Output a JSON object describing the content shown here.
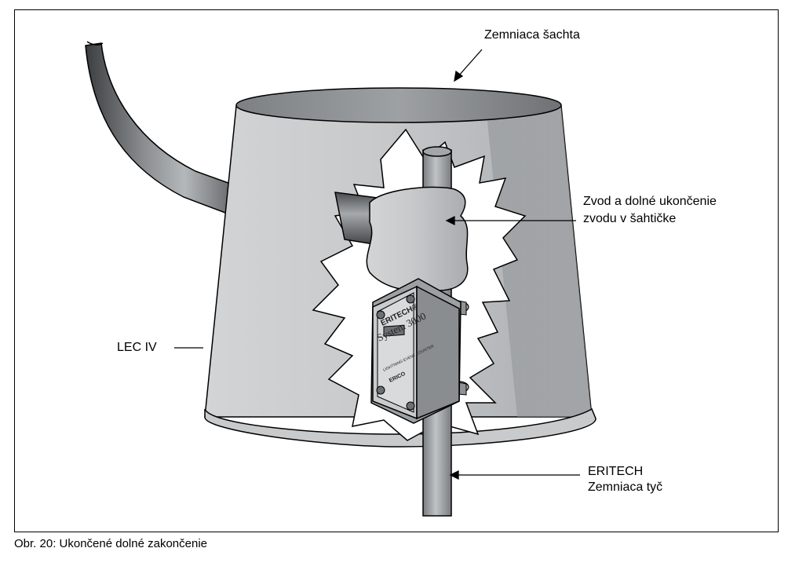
{
  "labels": {
    "shaft": "Zemniaca šachta",
    "conductor_line1": "Zvod a dolné ukončenie",
    "conductor_line2": "zvodu v šahtičke",
    "lec": "LEC IV",
    "rod_line1": "ERITECH",
    "rod_line2": "Zemniaca tyč"
  },
  "counter": {
    "brand": "ERITECH®",
    "model": "System 3000",
    "subtitle": "LIGHTNING EVENT COUNTER",
    "maker": "ERICO"
  },
  "caption": "Obr. 20: Ukončené dolné zakončenie",
  "colors": {
    "pit": "#c4c6c8",
    "pit_dark": "#8d9093",
    "cable": "#6f7275",
    "rod": "#9ea1a4",
    "clay": "#cfd0d1",
    "box": "#b9bbbd"
  }
}
